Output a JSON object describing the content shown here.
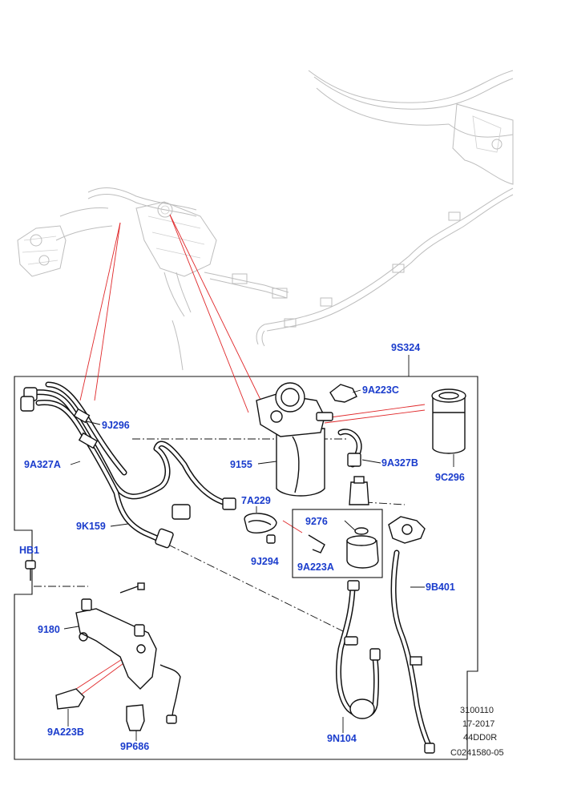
{
  "callouts": {
    "c9S324": "9S324",
    "c9J296": "9J296",
    "c9A223C": "9A223C",
    "c9A327A": "9A327A",
    "c9155": "9155",
    "c9A327B": "9A327B",
    "c9C296": "9C296",
    "c7A229": "7A229",
    "c9K159": "9K159",
    "c9276": "9276",
    "cHB1": "HB1",
    "c9J294": "9J294",
    "c9A223A": "9A223A",
    "c9B401": "9B401",
    "c9180": "9180",
    "c9A223B": "9A223B",
    "c9P686": "9P686",
    "c9N104": "9N104"
  },
  "reference": {
    "line1": "3100110",
    "line2": "17-2017",
    "line3": "44DD0R",
    "line4": "C0241580-05"
  },
  "colors": {
    "callout": "#1a3ccc",
    "leader_red": "#e0282a",
    "ghost": "#bdbdbd"
  }
}
